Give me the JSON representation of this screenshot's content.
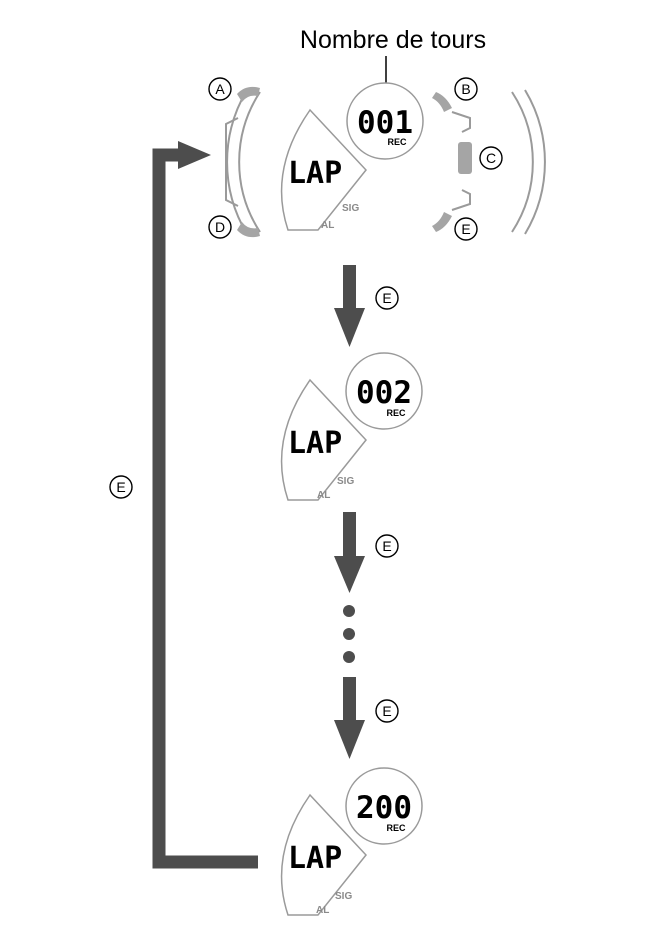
{
  "caption": "Nombre de tours",
  "buttons": {
    "a": "A",
    "b": "B",
    "c": "C",
    "d": "D",
    "e": "E"
  },
  "displays": [
    {
      "mode": "LAP",
      "counter": "001",
      "rec": "REC",
      "sig": "SIG",
      "al": "AL"
    },
    {
      "mode": "LAP",
      "counter": "002",
      "rec": "REC",
      "sig": "SIG",
      "al": "AL"
    },
    {
      "mode": "LAP",
      "counter": "200",
      "rec": "REC",
      "sig": "SIG",
      "al": "AL"
    }
  ],
  "step_labels": [
    "E",
    "E",
    "E"
  ],
  "loop_label": "E",
  "colors": {
    "arrow": "#4d4d4d",
    "outline": "#9a9a9a",
    "button": "#a5a5a5",
    "dots": "#4d4d4d"
  }
}
